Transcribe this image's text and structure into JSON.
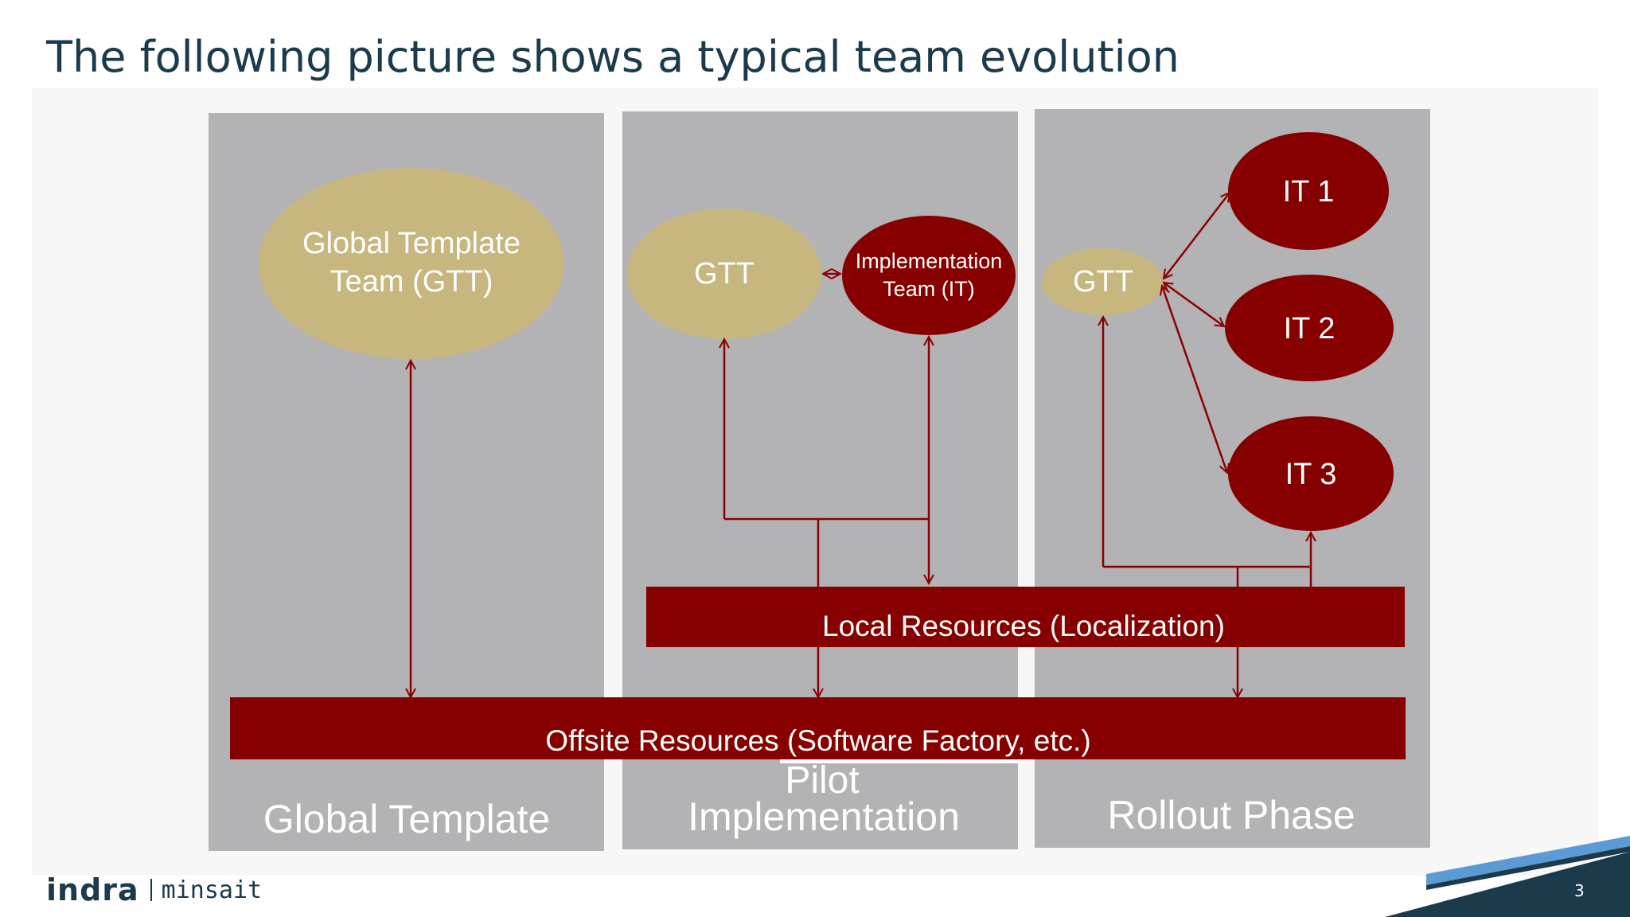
{
  "slide": {
    "title": "The following picture shows a typical team evolution",
    "page_number": "3",
    "logo": {
      "brand": "indra",
      "sub_brand": "minsait"
    }
  },
  "diagram": {
    "phases": [
      {
        "id": "global",
        "label": "Global Template"
      },
      {
        "id": "pilot",
        "label_line1": "Pilot",
        "label_line2": "Implementation"
      },
      {
        "id": "rollout",
        "label": "Rollout Phase"
      }
    ],
    "nodes": {
      "gtt_global": {
        "line1": "Global Template",
        "line2": "Team (GTT)"
      },
      "gtt_pilot": {
        "label": "GTT"
      },
      "it_pilot": {
        "line1": "Implementation",
        "line2": "Team (IT)"
      },
      "gtt_rollout": {
        "label": "GTT"
      },
      "it1": {
        "label": "IT 1"
      },
      "it2": {
        "label": "IT 2"
      },
      "it3": {
        "label": "IT 3"
      }
    },
    "bars": {
      "local": "Local Resources (Localization)",
      "offsite": "Offsite Resources (Software Factory, etc.)"
    },
    "colors": {
      "panel": "#b3b2b4",
      "gtt_fill": "#c7b77e",
      "it_fill": "#870000",
      "arrow": "#8b0000",
      "text_light": "#ffffff",
      "title": "#1b3a4b",
      "accent_blue": "#5b9bd5"
    }
  }
}
